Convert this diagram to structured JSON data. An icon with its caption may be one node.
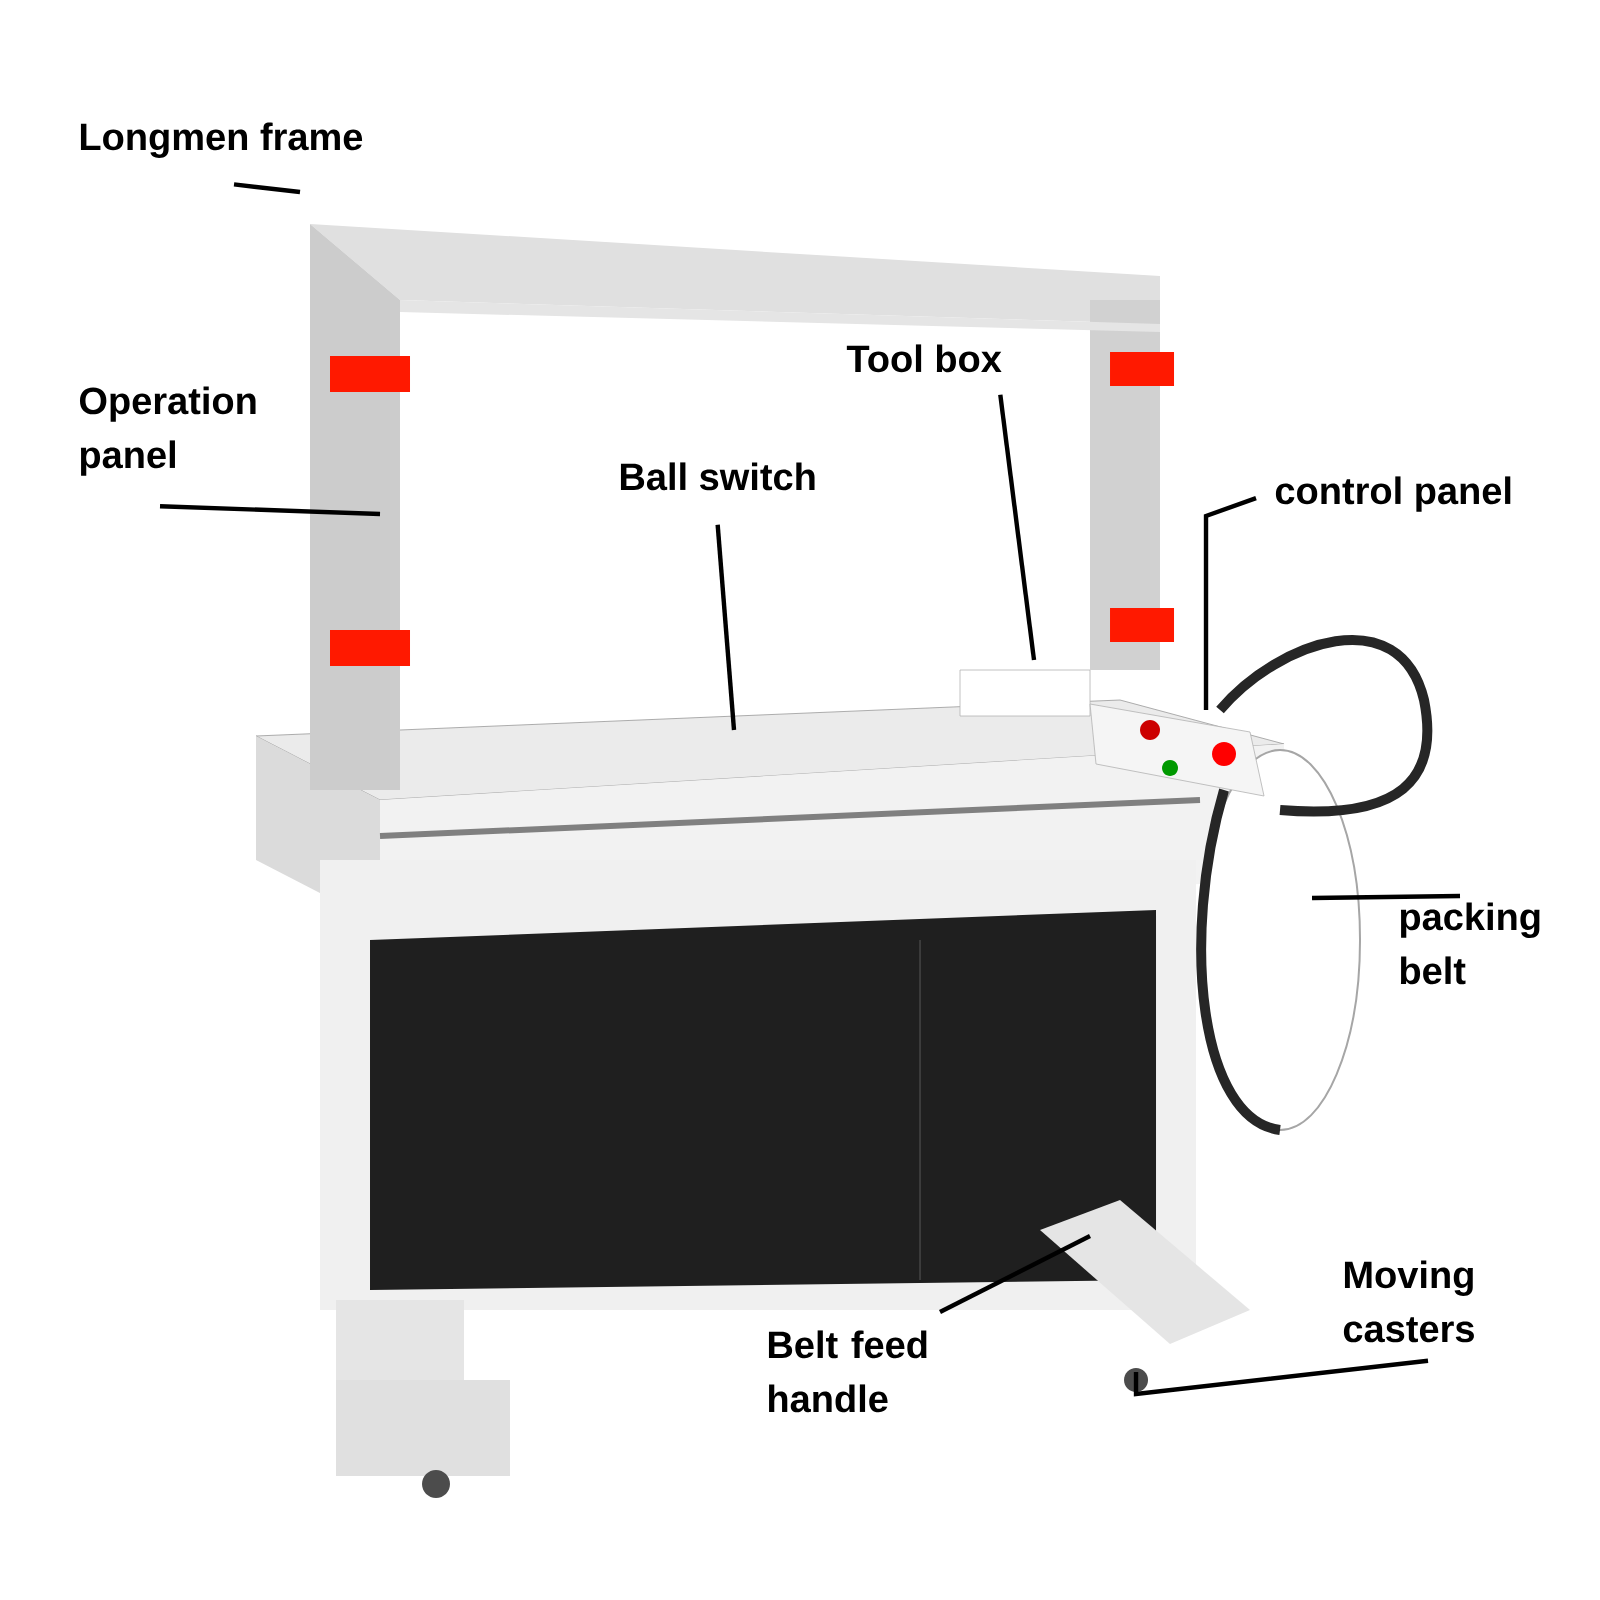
{
  "diagram": {
    "nodes": [
      {
        "text": [
          "Longmen frame"
        ]
      },
      {
        "text": [
          "Operation panel"
        ]
      },
      {
        "text": [
          "Ball switch"
        ]
      },
      {
        "text": [
          "Tool box"
        ]
      },
      {
        "text": [
          "control panel"
        ]
      },
      {
        "text": [
          "packing belt"
        ]
      },
      {
        "text": [
          "Belt feed handle"
        ]
      },
      {
        "text": [
          "Moving casters"
        ]
      }
    ],
    "edges": [
      {
        "from": 0,
        "to": null,
        "arrow": "none"
      },
      {
        "from": 1,
        "to": null,
        "arrow": "none"
      },
      {
        "from": 2,
        "to": null,
        "arrow": "none"
      },
      {
        "from": 3,
        "to": null,
        "arrow": "none"
      },
      {
        "from": 4,
        "to": null,
        "arrow": "none"
      },
      {
        "from": 5,
        "to": null,
        "arrow": "none"
      },
      {
        "from": 6,
        "to": null,
        "arrow": "none"
      },
      {
        "from": 7,
        "to": null,
        "arrow": "none"
      }
    ]
  }
}
